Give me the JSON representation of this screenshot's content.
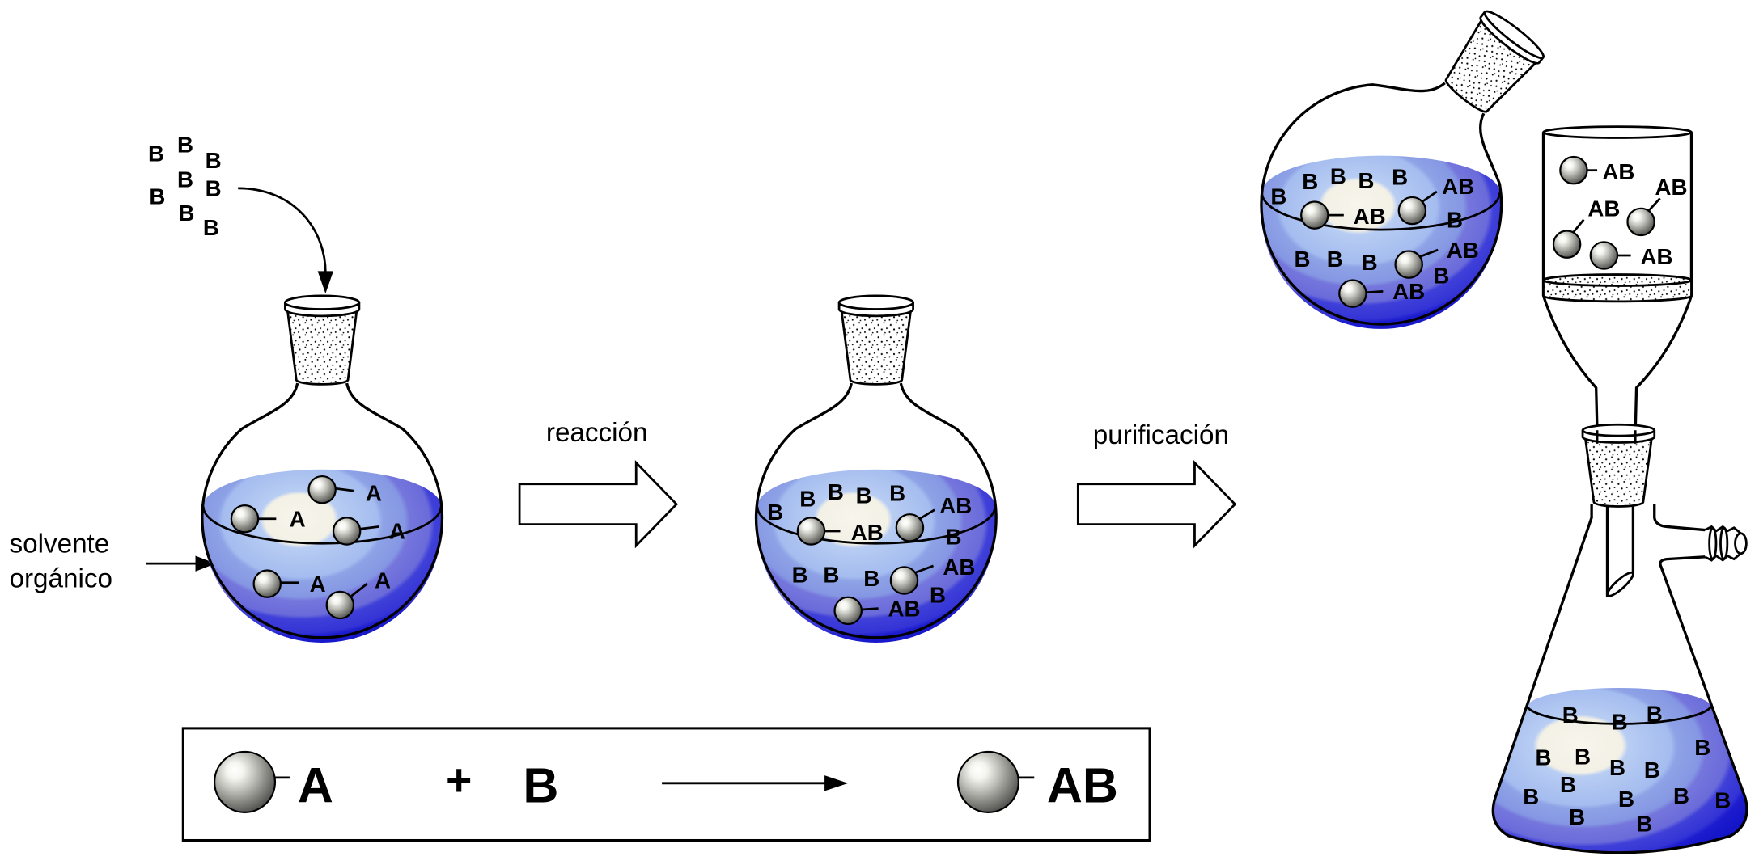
{
  "reagent_pile": {
    "labels": [
      "B",
      "B",
      "B",
      "B",
      "B",
      "B",
      "B",
      "B"
    ]
  },
  "captions": {
    "solvent_line1": "solvente",
    "solvent_line2": "orgánico",
    "step1": "reacción",
    "step2": "purificación"
  },
  "flask_start": {
    "labels": [
      "A",
      "A",
      "A",
      "A",
      "A"
    ]
  },
  "flask_reaction": {
    "labels": [
      "B",
      "B",
      "B",
      "B",
      "B",
      "AB",
      "AB",
      "B",
      "B",
      "B",
      "B",
      "AB",
      "B",
      "AB"
    ]
  },
  "flask_residue": {
    "labels": [
      "B",
      "B",
      "B",
      "B",
      "B",
      "AB",
      "AB",
      "B",
      "B",
      "B",
      "B",
      "AB",
      "B",
      "AB"
    ]
  },
  "filter_funnel": {
    "labels": [
      "AB",
      "AB",
      "AB",
      "AB"
    ]
  },
  "filter_flask": {
    "labels": [
      "B",
      "B",
      "B",
      "B",
      "B",
      "B",
      "B",
      "B",
      "B",
      "B",
      "B",
      "B",
      "B",
      "B",
      "B"
    ]
  },
  "legend": {
    "reactant": "A",
    "plus": "+",
    "reagent": "B",
    "product": "AB"
  },
  "colors": {
    "liquid_dark": "#1414c8",
    "liquid_light": "#b8cdf3",
    "liquid_highlight": "#f7f5ec",
    "particle": "#c2c2bc"
  }
}
